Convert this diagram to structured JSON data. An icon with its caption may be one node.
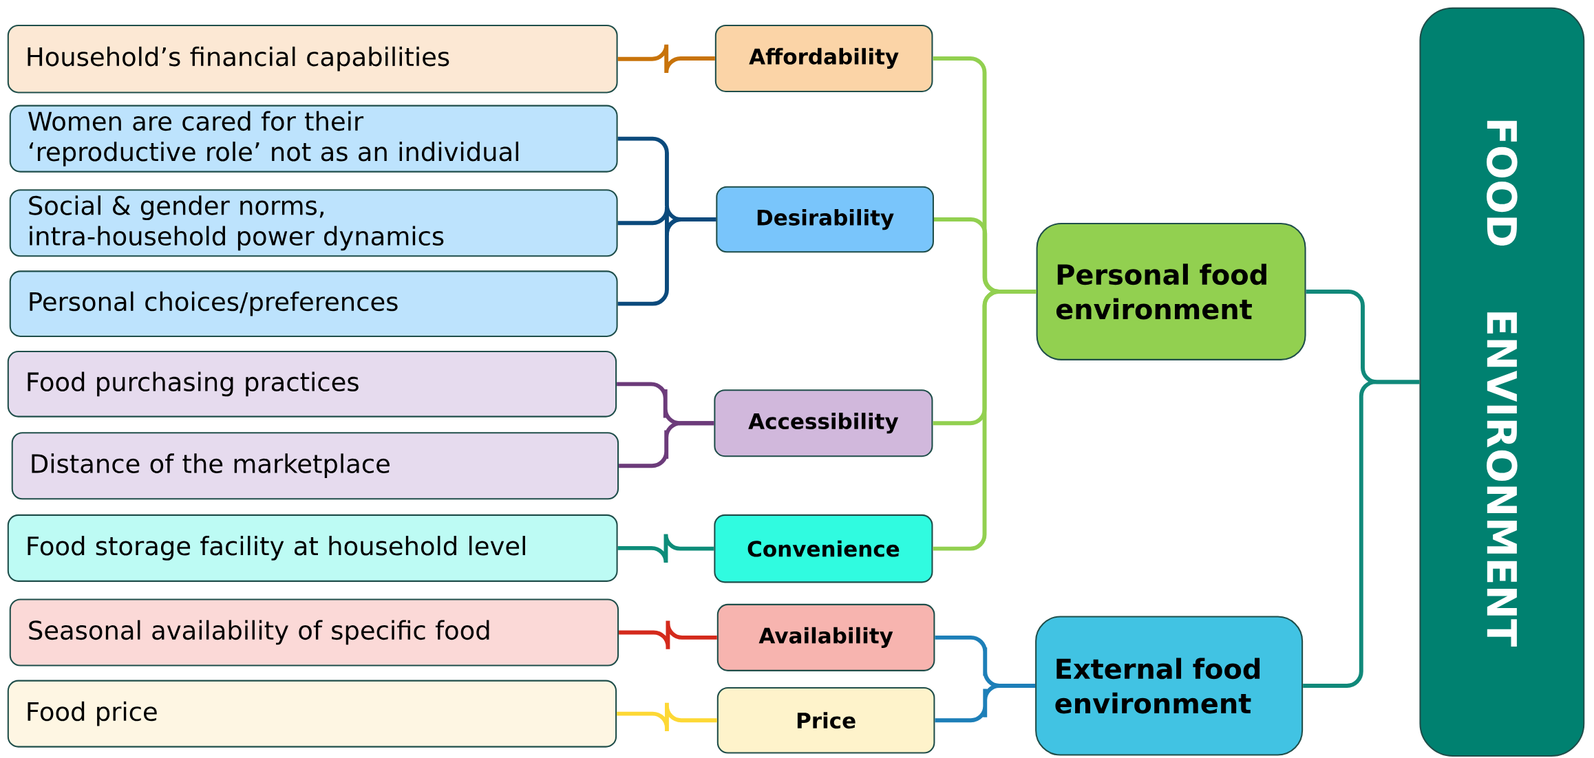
{
  "diagram": {
    "nodes": [
      {
        "text": [
          "Household’s financial capabilities"
        ]
      },
      {
        "text": [
          "Affordability"
        ]
      },
      {
        "text": [
          "Women are cared for their ‘reproductive role’ not as an individual"
        ]
      },
      {
        "text": [
          "Social & gender norms, intra-household power dynamics"
        ]
      },
      {
        "text": [
          "Personal choices/preferences"
        ]
      },
      {
        "text": [
          "Desirability"
        ]
      },
      {
        "text": [
          "Food purchasing practices"
        ]
      },
      {
        "text": [
          "Distance of the marketplace"
        ]
      },
      {
        "text": [
          "Accessibility"
        ]
      },
      {
        "text": [
          "Food storage facility at household level"
        ]
      },
      {
        "text": [
          "Convenience"
        ]
      },
      {
        "text": [
          "Seasonal availability of specific food"
        ]
      },
      {
        "text": [
          "Availability"
        ]
      },
      {
        "text": [
          "Food price"
        ]
      },
      {
        "text": [
          "Price"
        ]
      },
      {
        "text": [
          "Personal food environment"
        ]
      },
      {
        "text": [
          "External food environment"
        ]
      },
      {
        "text": [
          "FOOD ENVIRONMENT"
        ]
      }
    ],
    "edges": [
      {
        "from": 0,
        "to": 1,
        "arrow": "none",
        "color": "#c8730a"
      },
      {
        "from": 2,
        "to": 5,
        "arrow": "none",
        "color": "#0b4a7c"
      },
      {
        "from": 3,
        "to": 5,
        "arrow": "none",
        "color": "#0b4a7c"
      },
      {
        "from": 4,
        "to": 5,
        "arrow": "none",
        "color": "#0b4a7c"
      },
      {
        "from": 6,
        "to": 8,
        "arrow": "none",
        "color": "#6c3b7a"
      },
      {
        "from": 7,
        "to": 8,
        "arrow": "none",
        "color": "#6c3b7a"
      },
      {
        "from": 9,
        "to": 10,
        "arrow": "none",
        "color": "#0d8c79"
      },
      {
        "from": 11,
        "to": 12,
        "arrow": "none",
        "color": "#d42a1c"
      },
      {
        "from": 13,
        "to": 14,
        "arrow": "none",
        "color": "#fdd835"
      },
      {
        "from": 1,
        "to": 15,
        "arrow": "none",
        "color": "#92d050"
      },
      {
        "from": 5,
        "to": 15,
        "arrow": "none",
        "color": "#92d050"
      },
      {
        "from": 8,
        "to": 15,
        "arrow": "none",
        "color": "#92d050"
      },
      {
        "from": 10,
        "to": 15,
        "arrow": "none",
        "color": "#92d050"
      },
      {
        "from": 12,
        "to": 16,
        "arrow": "none",
        "color": "#1d7fb8"
      },
      {
        "from": 14,
        "to": 16,
        "arrow": "none",
        "color": "#1d7fb8"
      },
      {
        "from": 15,
        "to": 17,
        "arrow": "none",
        "color": "#10897a"
      },
      {
        "from": 16,
        "to": 17,
        "arrow": "none",
        "color": "#10897a"
      }
    ]
  }
}
